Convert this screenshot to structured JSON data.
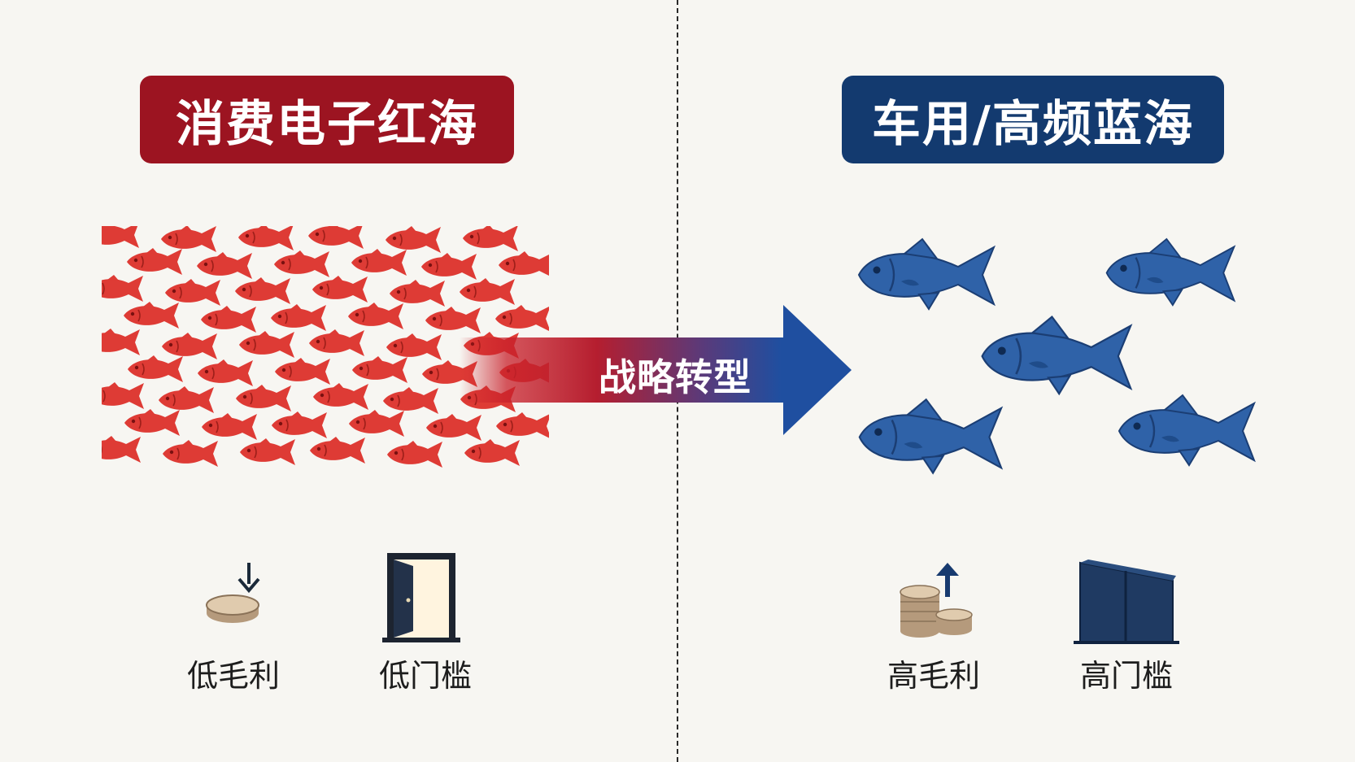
{
  "left_panel": {
    "title": "消费电子红海",
    "color": "#9c1421",
    "fish_color": "#de3b35",
    "features": [
      {
        "label": "低毛利",
        "icon": "coin-down-icon"
      },
      {
        "label": "低门槛",
        "icon": "open-door-icon"
      }
    ]
  },
  "right_panel": {
    "title": "车用/高频蓝海",
    "color": "#133a6f",
    "fish_color": "#2f62a8",
    "features": [
      {
        "label": "高毛利",
        "icon": "coins-up-icon"
      },
      {
        "label": "高门槛",
        "icon": "wall-icon"
      }
    ]
  },
  "arrow": {
    "label": "战略转型",
    "gradient": [
      "#c8202a",
      "#1f4fa0"
    ]
  }
}
